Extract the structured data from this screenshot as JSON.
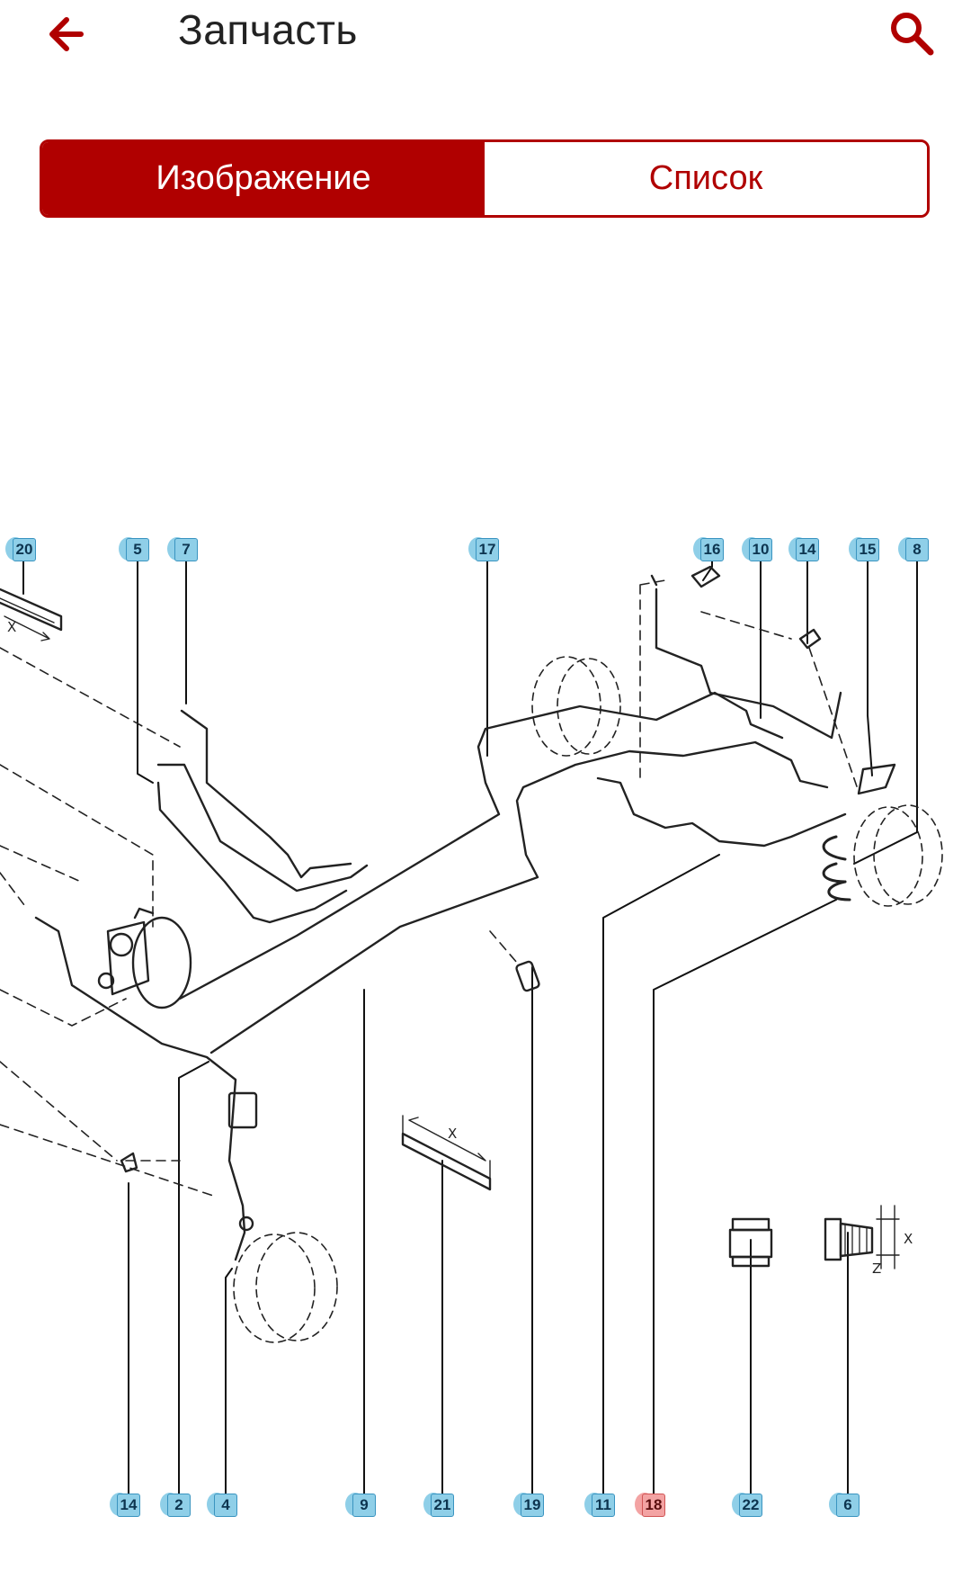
{
  "appbar": {
    "title": "Запчасть",
    "back_icon": "arrow-left-icon",
    "search_icon": "search-icon",
    "accent_color": "#b00000"
  },
  "tabs": [
    {
      "label": "Изображение",
      "active": true
    },
    {
      "label": "Список",
      "active": false
    }
  ],
  "diagram": {
    "top_callouts": [
      "20",
      "5",
      "7",
      "17",
      "16",
      "10",
      "14",
      "15",
      "8"
    ],
    "bottom_callouts": [
      "14",
      "2",
      "4",
      "9",
      "21",
      "19",
      "11",
      "18",
      "22",
      "6"
    ],
    "highlighted_callout": "18",
    "dimension_labels": [
      "X",
      "X",
      "X",
      "Z"
    ]
  }
}
